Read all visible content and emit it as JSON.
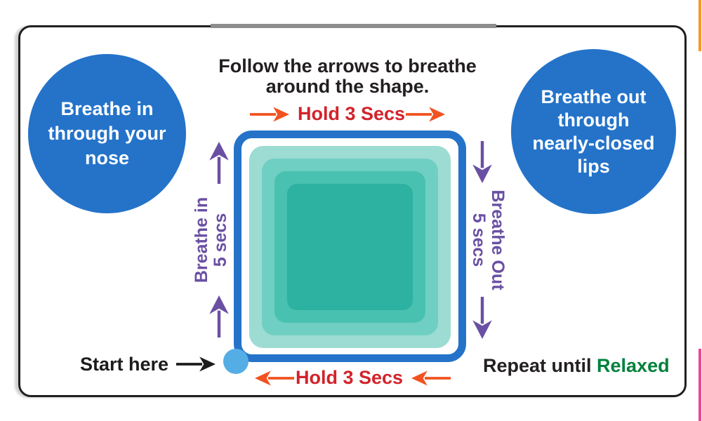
{
  "title": {
    "text": "Follow the arrows to breathe\naround the shape."
  },
  "left_circle": {
    "text": "Breathe in\nthrough your\nnose"
  },
  "right_circle": {
    "text": "Breathe out\nthrough\nnearly-closed\nlips"
  },
  "top_hold": {
    "label": "Hold 3 Secs"
  },
  "bottom_hold": {
    "label": "Hold 3 Secs"
  },
  "left_side": {
    "label": "Breathe in\n5 secs"
  },
  "right_side": {
    "label": "Breathe Out\n5 secs"
  },
  "start": {
    "label": "Start here"
  },
  "repeat": {
    "prefix": "Repeat until ",
    "highlight": "Relaxed"
  },
  "icons": {
    "up_arrow": "up-arrow-icon",
    "down_arrow": "down-arrow-icon",
    "left_arrow": "left-arrow-icon",
    "right_arrow": "right-arrow-icon",
    "start_arrow": "black-right-arrow-icon",
    "start_dot": "start-point-dot"
  },
  "colors": {
    "circle_blue": "#2473c9",
    "square_border_blue": "#2473c9",
    "start_dot_blue": "#55ade5",
    "teal_layer_1": "#9cdcd3",
    "teal_layer_2": "#6fcfc2",
    "teal_layer_3": "#49c1b1",
    "teal_layer_4": "#2db1a1",
    "hold_text_red": "#d2232a",
    "hold_arrow_orange": "#f1521f",
    "purple": "#6a50a3",
    "title_black": "#231f20",
    "relaxed_green": "#00813c",
    "edge_strip_orange": "#ef9d26",
    "edge_strip_pink": "#e9499c",
    "card_border": "#1f1f1f"
  }
}
